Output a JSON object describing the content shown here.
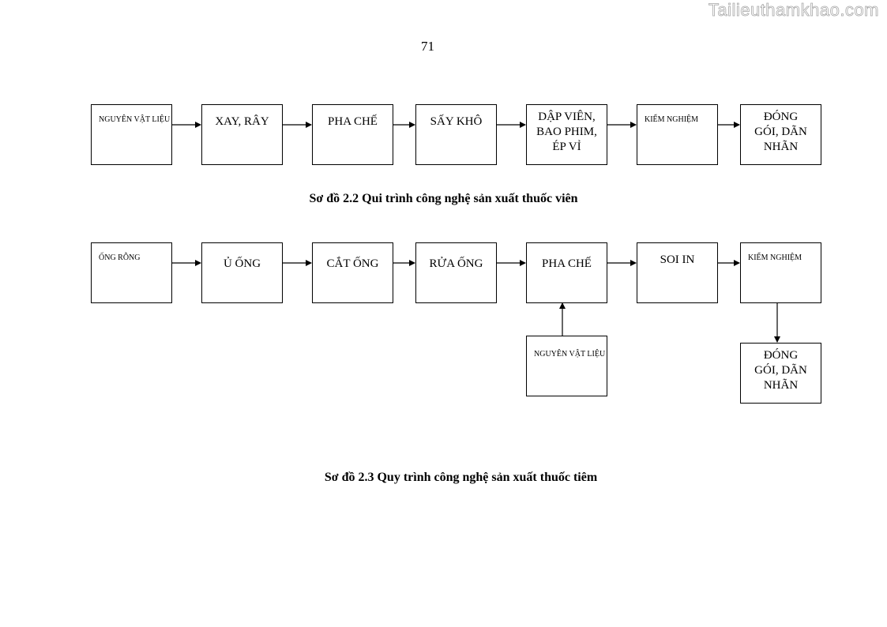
{
  "watermark": "Tailieuthamkhao.com",
  "page_number": "71",
  "diagram1": {
    "steps": [
      "NGUYÊN VẬT LIỆU",
      "XAY, RÂY",
      "PHA CHẾ",
      "SẤY KHÔ",
      "DẬP VIÊN, BAO PHIM, ÉP VỈ",
      "KIỂM NGHIỆM",
      "ĐÓNG GÓI, DÃN NHÃN"
    ],
    "caption": "Sơ đồ 2.2 Qui trình công nghệ sản xuất thuốc viên"
  },
  "diagram2": {
    "steps": [
      "ỐNG RỖNG",
      "Ủ ỐNG",
      "CẮT ỐNG",
      "RỬA ỐNG",
      "PHA CHẾ",
      "SOI IN",
      "KIỂM NGHIỆM"
    ],
    "input": "NGUYÊN VẬT LIỆU",
    "output": "ĐÓNG GÓI, DÃN NHÃN",
    "caption": "Sơ đồ 2.3 Quy trình công nghệ sản xuất thuốc tiêm"
  }
}
